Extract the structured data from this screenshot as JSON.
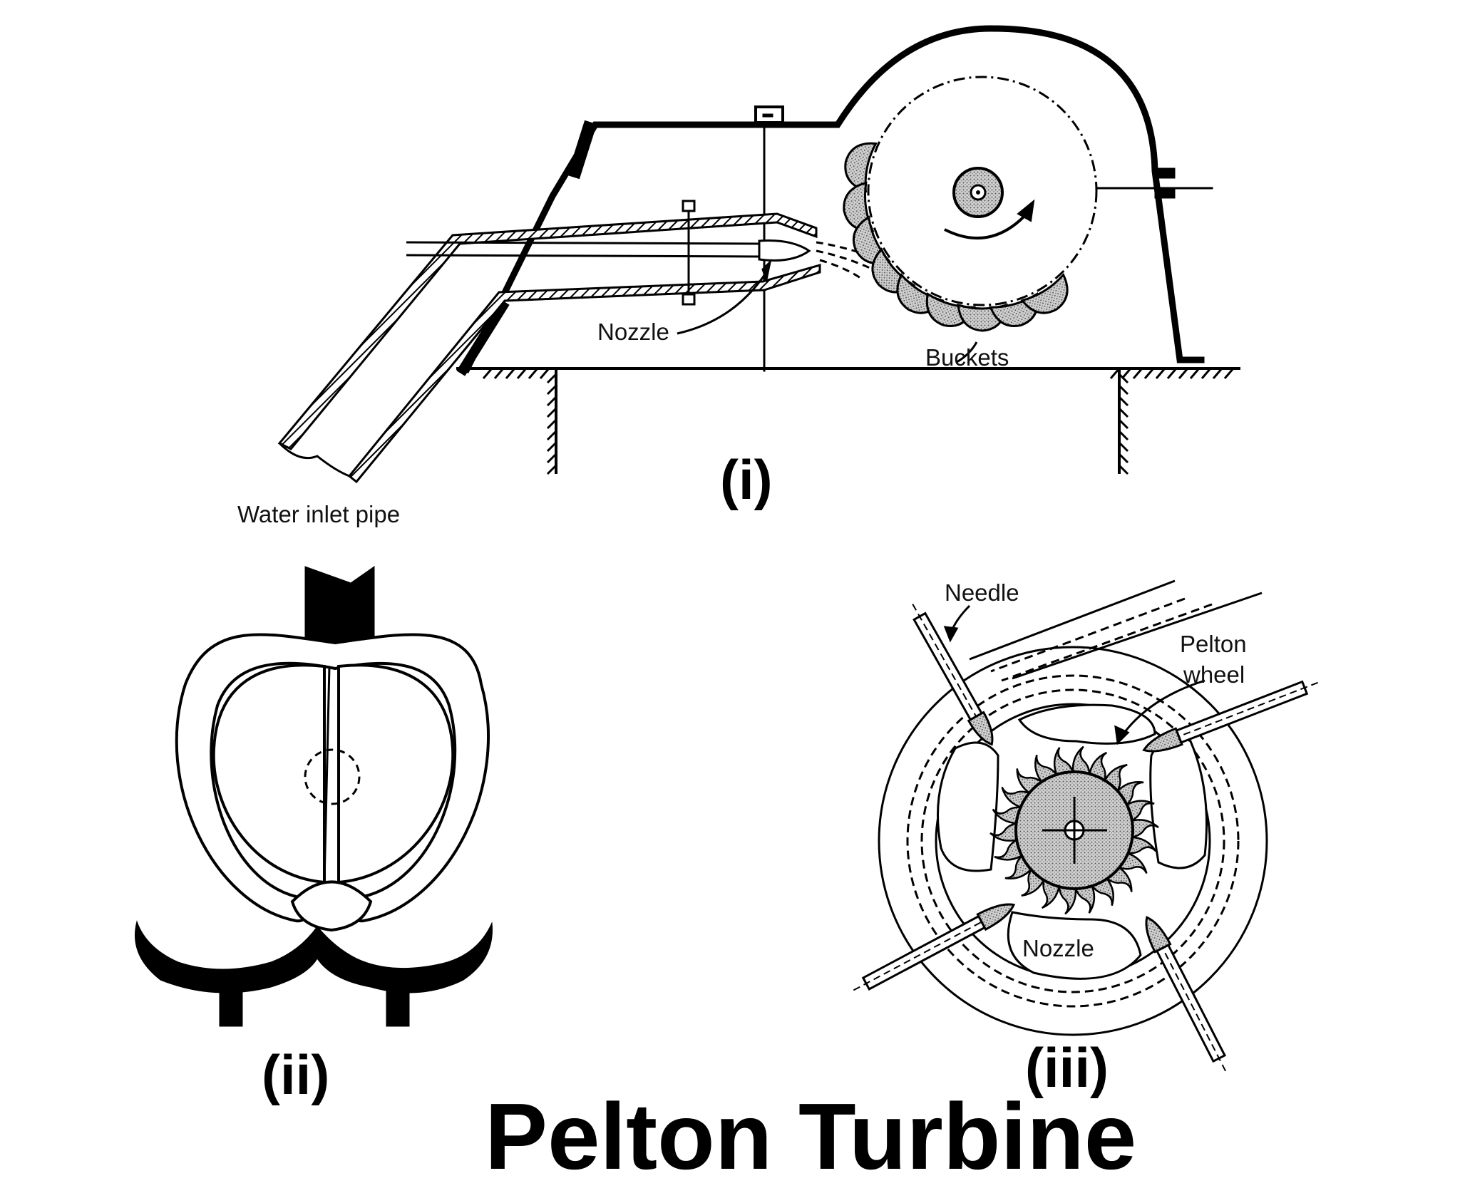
{
  "diagram": {
    "title": "Pelton Turbine",
    "panels": [
      {
        "caption": "(i)",
        "labels": {
          "nozzle": "Nozzle",
          "buckets": "Buckets",
          "inlet": "Water inlet pipe"
        }
      },
      {
        "caption": "(ii)"
      },
      {
        "caption": "(iii)",
        "labels": {
          "needle": "Needle",
          "wheel_line1": "Pelton",
          "wheel_line2": "wheel",
          "nozzle": "Nozzle"
        }
      }
    ]
  }
}
